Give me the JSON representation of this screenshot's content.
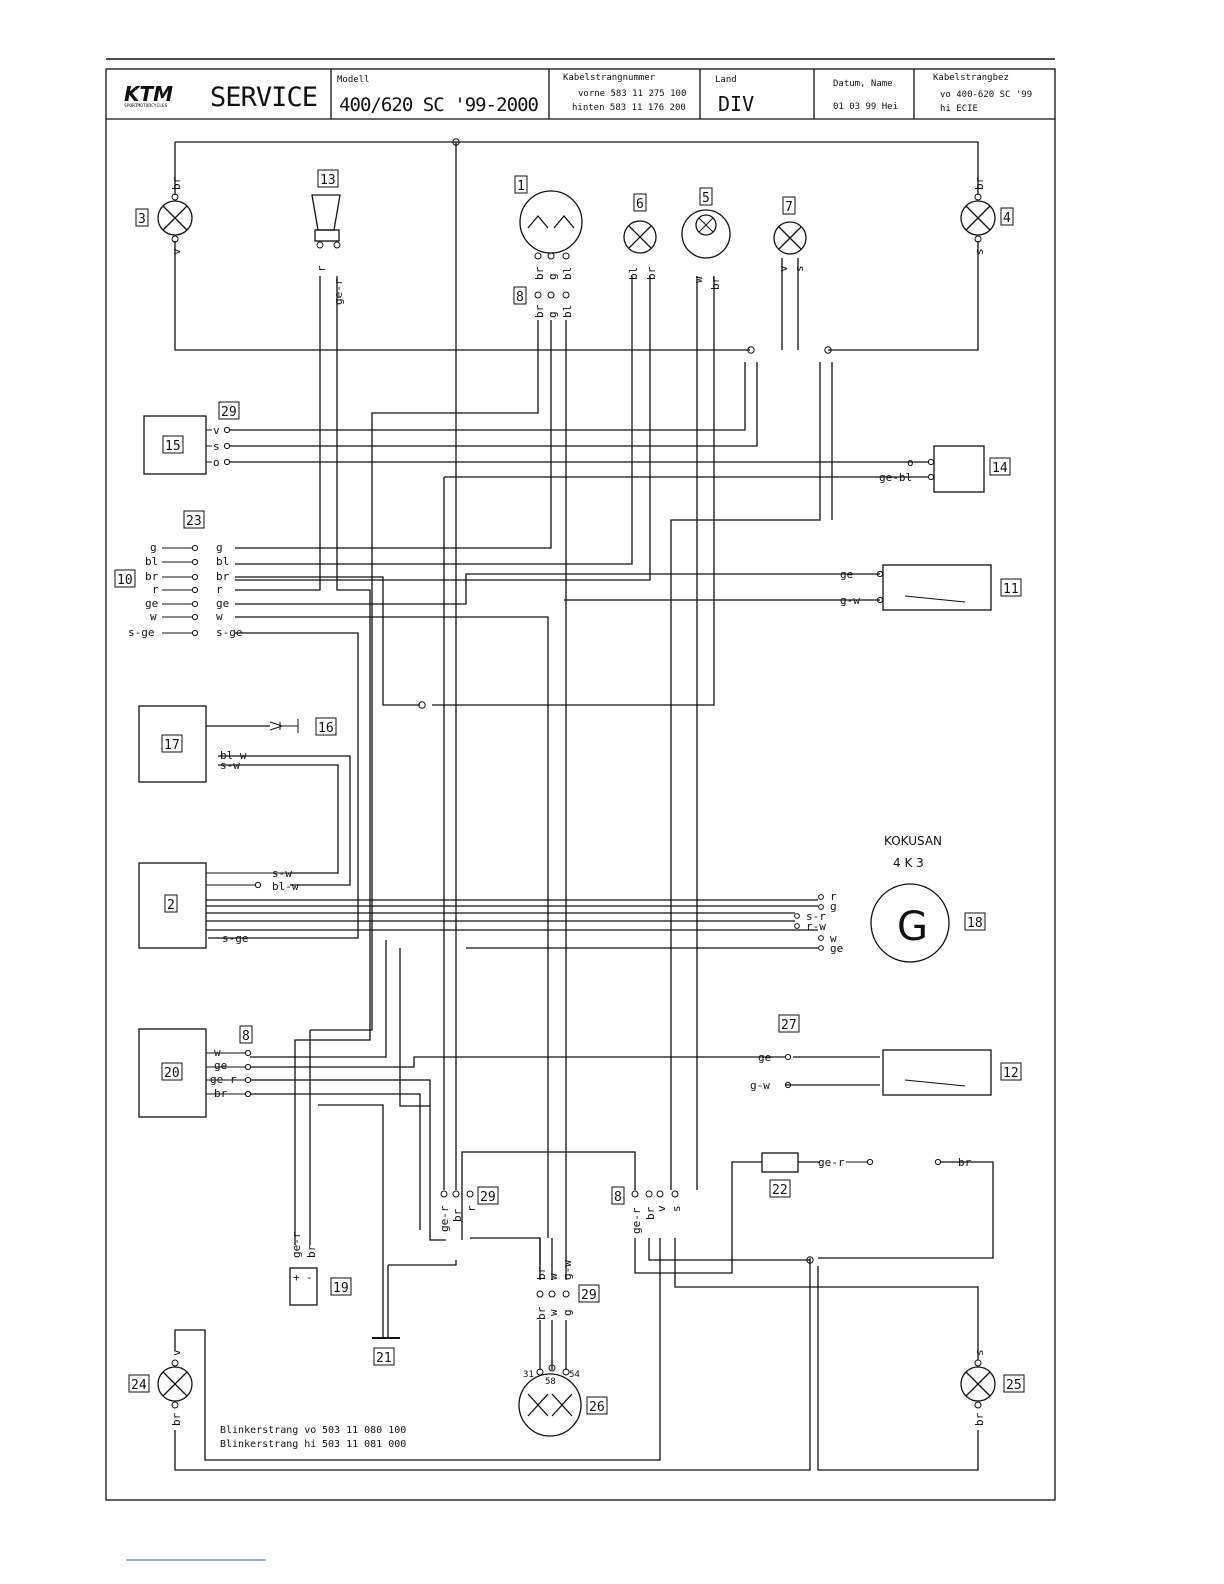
{
  "title_block": {
    "logo": "KTM",
    "logo_sub": "SPORTMOTORCYCLES",
    "service": "SERVICE",
    "modell_label": "Modell",
    "modell_value": "400/620 SC '99-2000",
    "kabel_label": "Kabelstrangnummer",
    "kabel_vorne": "vorne 583 11 275 100",
    "kabel_hinten": "hinten 583 11 176 200",
    "land_label": "Land",
    "land_value": "DIV",
    "datum_label": "Datum, Name",
    "datum_value": "01 03 99 Hei",
    "bez_label": "Kabelstrangbez",
    "bez_vo": "vo   400-620 SC '99",
    "bez_hi": "hi   ECIE"
  },
  "numbers": {
    "n1": "1",
    "n2": "2",
    "n3": "3",
    "n4": "4",
    "n5": "5",
    "n6": "6",
    "n7": "7",
    "n8a": "8",
    "n8b": "8",
    "n8c": "8",
    "n10": "10",
    "n11": "11",
    "n12": "12",
    "n13": "13",
    "n14": "14",
    "n15": "15",
    "n16": "16",
    "n17": "17",
    "n18": "18",
    "n19": "19",
    "n20": "20",
    "n21": "21",
    "n22": "22",
    "n23": "23",
    "n24": "24",
    "n25": "25",
    "n26": "26",
    "n27": "27",
    "n29a": "29",
    "n29b": "29",
    "n29c": "29"
  },
  "generator": {
    "brand": "KOKUSAN",
    "model": "4 K 3",
    "symbol": "G"
  },
  "connector_23": {
    "left": [
      "g",
      "bl",
      "br",
      "r",
      "ge",
      "w",
      "s-ge"
    ],
    "right": [
      "g",
      "bl",
      "br",
      "r",
      "ge",
      "w",
      "s-ge"
    ]
  },
  "conn15": [
    "v",
    "s",
    "o"
  ],
  "conn14": [
    "o",
    "ge-bl"
  ],
  "switch11": [
    "ge",
    "g-w"
  ],
  "switch12": [
    "ge",
    "g-w"
  ],
  "unit17": [
    "bl-w",
    "s-w"
  ],
  "unit2": [
    "s-w",
    "bl-w",
    "s-ge"
  ],
  "gen_wires": [
    "r",
    "g",
    "s-r",
    "r-w",
    "w",
    "ge"
  ],
  "unit20": [
    "w",
    "ge",
    "ge-r",
    "br"
  ],
  "lamp_labels": {
    "l3_top": "br",
    "l3_bot": "v",
    "l4_top": "br",
    "l4_bot": "s",
    "l6_a": "bl",
    "l6_b": "br",
    "l5_a": "w",
    "l5_b": "br",
    "l7_a": "v",
    "l7_b": "s",
    "l13_a": "r",
    "l13_b": "ge-r",
    "l1_top": [
      "br",
      "g",
      "bl"
    ],
    "l1_bot": [
      "br",
      "g",
      "bl"
    ],
    "l24_top": "v",
    "l24_bot": "br",
    "l25_top": "s",
    "l25_bot": "br"
  },
  "bottom_conn29": [
    "ge-r",
    "br",
    "r"
  ],
  "bottom_conn8": [
    "ge-r",
    "br",
    "v",
    "s"
  ],
  "conn29c_top": [
    "br",
    "w",
    "g-w"
  ],
  "conn29c_bot": [
    "br",
    "w",
    "g"
  ],
  "battery": [
    "ge-r",
    "br",
    "+",
    "-"
  ],
  "fuse22": [
    "ge-r",
    "br"
  ],
  "pins26": [
    "31",
    "58",
    "54"
  ],
  "notes": {
    "line1_label": "Blinkerstrang vo",
    "line1_value": "503 11 080 100",
    "line2_label": "Blinkerstrang hi",
    "line2_value": "503 11 081 000"
  }
}
